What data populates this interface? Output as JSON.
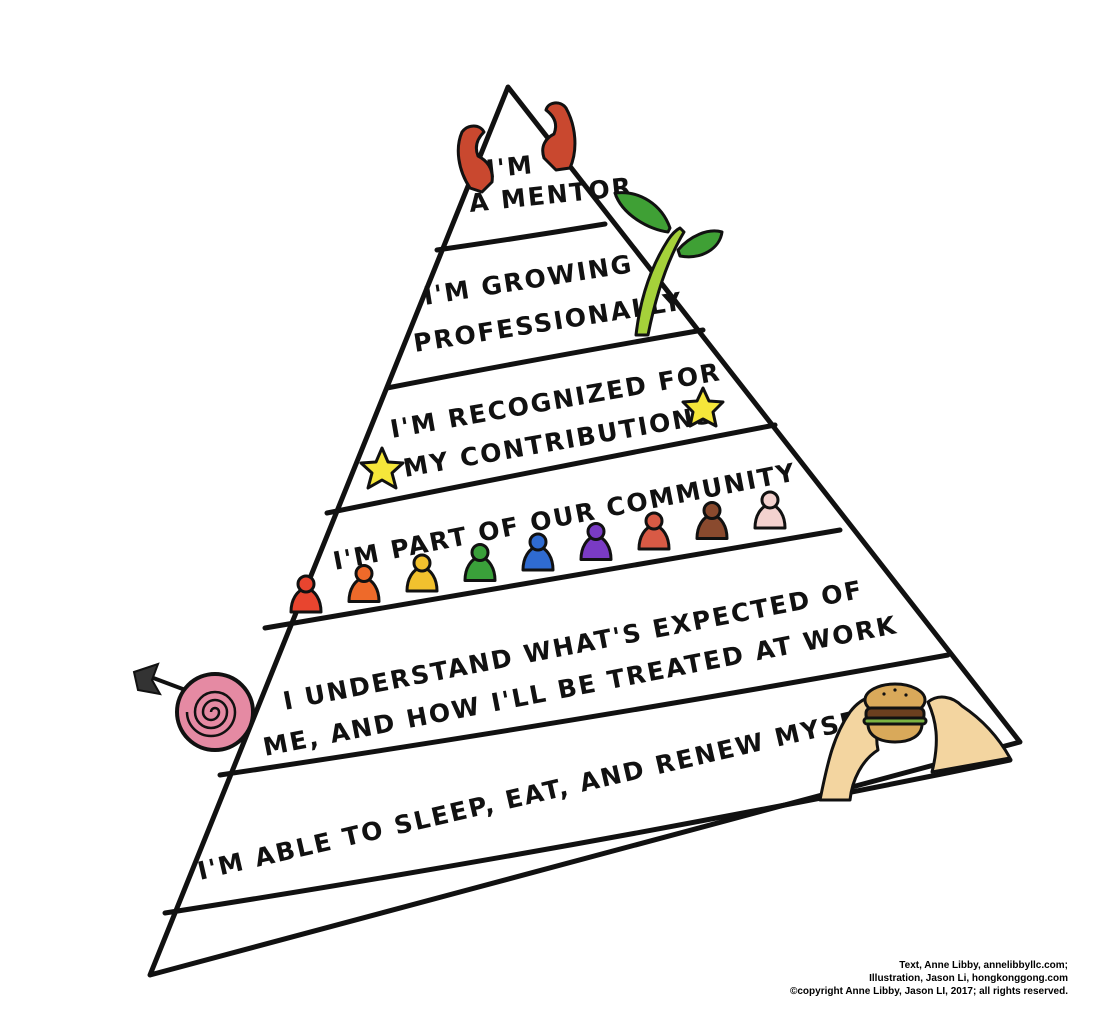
{
  "pyramid": {
    "tiers": [
      {
        "lines": [
          "I'M",
          "A MENTOR"
        ]
      },
      {
        "lines": [
          "I'M GROWING",
          "PROFESSIONALLY"
        ]
      },
      {
        "lines": [
          "I'M RECOGNIZED FOR",
          "MY CONTRIBUTIONS"
        ]
      },
      {
        "lines": [
          "I'M PART OF OUR COMMUNITY"
        ]
      },
      {
        "lines": [
          "I UNDERSTAND WHAT'S EXPECTED OF",
          "ME, AND HOW I'LL BE TREATED AT WORK"
        ]
      },
      {
        "lines": [
          "I'M ABLE TO SLEEP, EAT, AND RENEW MYSELF"
        ]
      }
    ],
    "icons": [
      "flexed-arm-icon",
      "sprout-icon",
      "star-icon",
      "person-icon",
      "target-icon",
      "burger-icon"
    ],
    "community_colors": [
      "#e8452f",
      "#ee6a2a",
      "#f2c12e",
      "#3aa03a",
      "#2f6bd1",
      "#7a3bc4",
      "#d85a45",
      "#8a4a2e",
      "#f3d2cf"
    ],
    "colors": {
      "outline": "#111111",
      "muscle": "#c9482f",
      "leaf": "#3fa035",
      "stem": "#a5d13a",
      "star": "#f5e63a",
      "target": "#e58aa3",
      "skin": "#f3d5a0"
    }
  },
  "credits": {
    "line1": "Text, Anne Libby, annelibbyllc.com;",
    "line2": "Illustration, Jason Li, hongkonggong.com",
    "line3": "©copyright Anne Libby, Jason LI, 2017; all rights reserved."
  }
}
